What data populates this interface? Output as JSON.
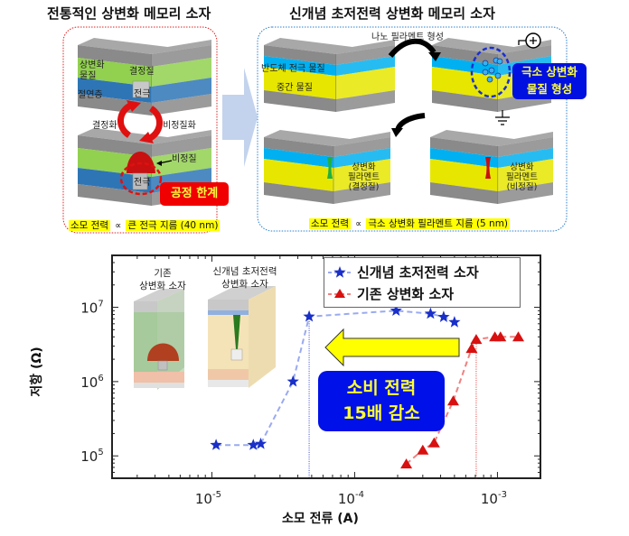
{
  "left_panel": {
    "title": "전통적인 상변화 메모리 소자",
    "labels": {
      "phase_change_material": "상변화\n물질",
      "crystalline": "결정질",
      "insulator": "절연층",
      "electrode_top": "전극",
      "crystallization": "결정화",
      "amorphization": "비정질화",
      "amorphous": "비정질",
      "electrode_bottom": "전극"
    },
    "badge": "공정 한계",
    "caption_a": "소모 전력",
    "caption_prop": "∝",
    "caption_b": "큰 전극 지름 (40 nm)",
    "border_color": "#e02020"
  },
  "right_panel": {
    "title": "신개념 초저전력 상변화 메모리 소자",
    "labels": {
      "nano_filament": "나노 필라멘트 형성",
      "semiconductor_electrode": "반도체 전극 물질",
      "intermediate": "중간 물질",
      "filament_crystalline": "상변화\n필라멘트\n(결정질)",
      "filament_amorphous": "상변화\n필라멘트\n(비정질)"
    },
    "badge": "극소 상변화\n물질 형성",
    "caption_a": "소모 전력",
    "caption_prop": "∝",
    "caption_b": "극소 상변화 필라멘트 지름 (5 nm)",
    "border_color": "#2a7fd0"
  },
  "chart_data": {
    "type": "scatter",
    "xlabel": "소모 전류 (A)",
    "ylabel": "저항 (Ω)",
    "x_scale": "log",
    "y_scale": "log",
    "xlim": [
      2e-06,
      0.002
    ],
    "ylim": [
      50000.0,
      50000000.0
    ],
    "x_ticks": [
      {
        "value": 1e-05,
        "label": "10",
        "exp": "-5"
      },
      {
        "value": 0.0001,
        "label": "10",
        "exp": "-4"
      },
      {
        "value": 0.001,
        "label": "10",
        "exp": "-3"
      }
    ],
    "y_ticks": [
      {
        "value": 100000.0,
        "label": "10",
        "exp": "5"
      },
      {
        "value": 1000000.0,
        "label": "10",
        "exp": "6"
      },
      {
        "value": 10000000.0,
        "label": "10",
        "exp": "7"
      }
    ],
    "legend_placement": "top-right",
    "series": [
      {
        "name": "신개념 초저전력 소자",
        "marker": "star",
        "color": "#1a2fc8",
        "line_color": "#9aaaf0",
        "x": [
          1.07e-05,
          1.95e-05,
          2.2e-05,
          3.7e-05,
          4.8e-05,
          0.000195,
          0.00034,
          0.00042,
          0.0005
        ],
        "y": [
          140000.0,
          140000.0,
          145000.0,
          1000000.0,
          7500000.0,
          9000000.0,
          8200000.0,
          7400000.0,
          6300000.0
        ]
      },
      {
        "name": "기존 상변화 소자",
        "marker": "triangle",
        "color": "#d81010",
        "line_color": "#f08080",
        "x": [
          0.00023,
          0.0003,
          0.00036,
          0.00049,
          0.00066,
          0.00071,
          0.00096,
          0.00105,
          0.0014
        ],
        "y": [
          78000.0,
          120000.0,
          150000.0,
          550000.0,
          2800000.0,
          3700000.0,
          4000000.0,
          4000000.0,
          4000000.0
        ]
      }
    ],
    "reference_lines_x": [
      4.8e-05,
      0.00071
    ],
    "annotations": {
      "inset_conventional": "기존\n상변화 소자",
      "inset_new": "신개념 초저전력\n상변화 소자",
      "reduction": "소비 전력\n15배 감소"
    }
  }
}
